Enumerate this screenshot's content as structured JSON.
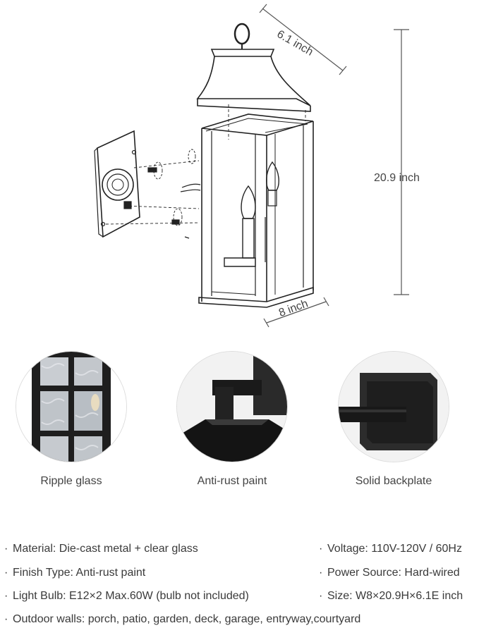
{
  "dimensions": {
    "depth": "6.1 inch",
    "height": "20.9 inch",
    "width": "8 inch"
  },
  "details": [
    {
      "caption": "Ripple glass"
    },
    {
      "caption": "Anti-rust paint"
    },
    {
      "caption": "Solid backplate"
    }
  ],
  "specs": {
    "bullet": "·",
    "material": "Material: Die-cast metal + clear glass",
    "finish": "Finish Type: Anti-rust paint",
    "bulb": "Light Bulb: E12×2 Max.60W (bulb not included)",
    "outdoor": "Outdoor walls: porch, patio, garden, deck, garage, entryway,courtyard",
    "voltage": "Voltage: 110V-120V / 60Hz",
    "power": "Power Source: Hard-wired",
    "size": "Size: W8×20.9H×6.1E inch"
  }
}
